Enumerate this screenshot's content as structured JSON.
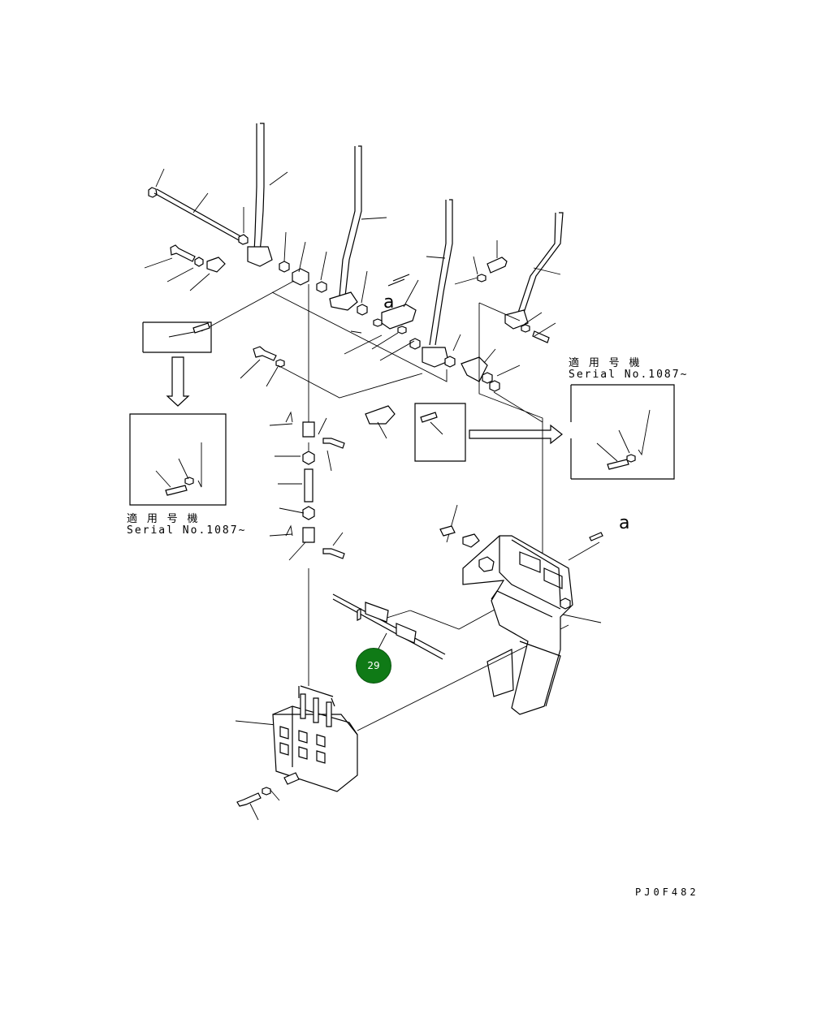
{
  "notes": {
    "left": {
      "line1": "適 用 号 機",
      "line2": "Serial No.1087~"
    },
    "right": {
      "line1": "適 用 号 機",
      "line2": "Serial No.1087~"
    }
  },
  "markers": {
    "a_top": "a",
    "a_right": "a"
  },
  "callout": {
    "label": "29",
    "color": "#0f7a16"
  },
  "drawing_code": "PJ0F482"
}
